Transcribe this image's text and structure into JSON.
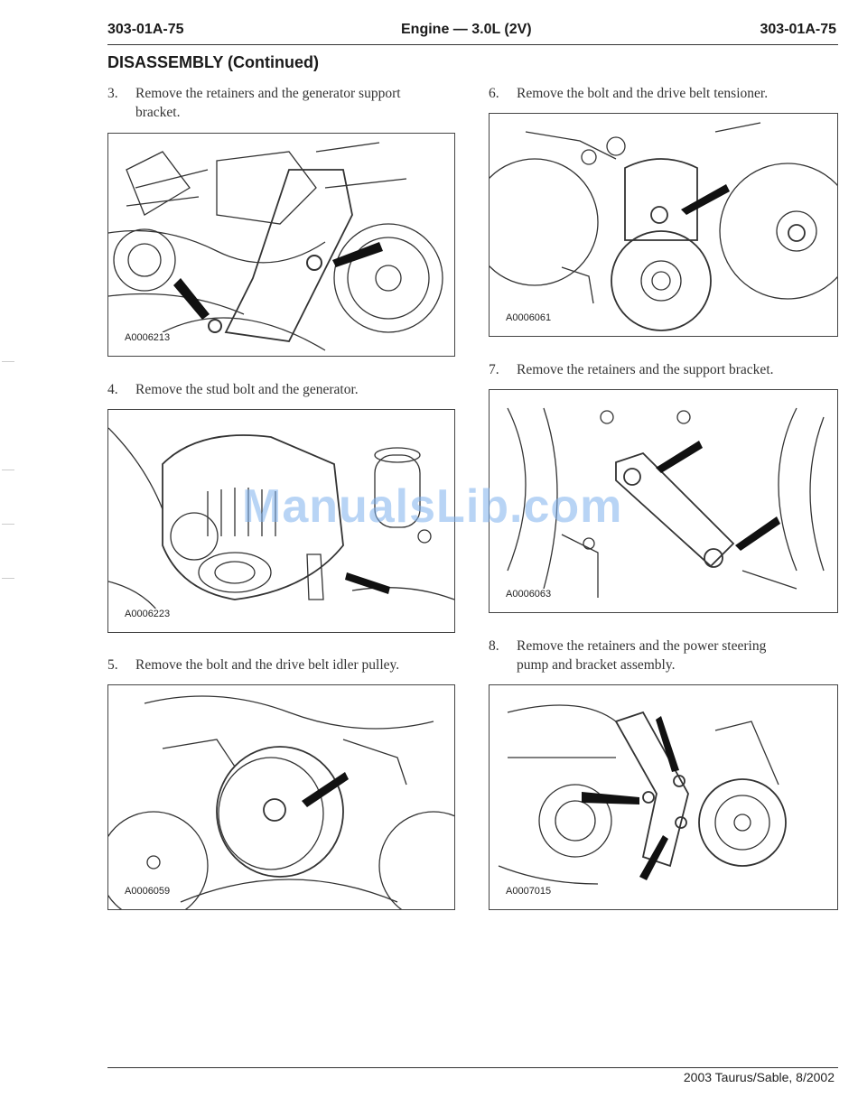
{
  "header": {
    "left": "303-01A-75",
    "center": "Engine — 3.0L (2V)",
    "right": "303-01A-75"
  },
  "section_title": "DISASSEMBLY (Continued)",
  "steps": [
    {
      "num": "3.",
      "text": [
        "Remove the retainers and the generator support",
        "bracket."
      ],
      "figure": "A0006213"
    },
    {
      "num": "4.",
      "text": [
        "Remove the stud bolt and the generator."
      ],
      "figure": "A0006223"
    },
    {
      "num": "5.",
      "text": [
        "Remove the bolt and the drive belt idler pulley."
      ],
      "figure": "A0006059"
    },
    {
      "num": "6.",
      "text": [
        "Remove the bolt and the drive belt tensioner."
      ],
      "figure": "A0006061"
    },
    {
      "num": "7.",
      "text": [
        "Remove the retainers and the support bracket."
      ],
      "figure": "A0006063"
    },
    {
      "num": "8.",
      "text": [
        "Remove the retainers and the power steering",
        "pump and bracket assembly."
      ],
      "figure": "A0007015"
    }
  ],
  "watermark": "ManualsLib.com",
  "footer": "2003 Taurus/Sable, 8/2002"
}
